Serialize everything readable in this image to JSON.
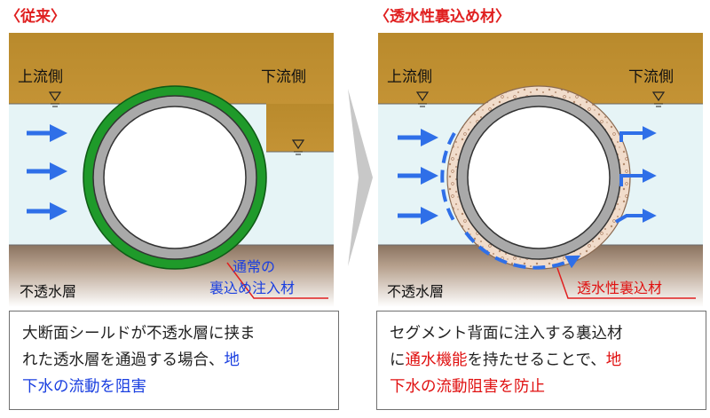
{
  "left": {
    "title": "〈従来〉",
    "upstream_label": "上流側",
    "downstream_label": "下流側",
    "impermeable_label": "不透水層",
    "material_label_line1": "通常の",
    "material_label_line2": "裏込め注入材",
    "caption": {
      "line1": "大断面シールドが不透水層に挟ま",
      "line2_plain": "れた透水層を通過する場合、",
      "line2_highlight": "地",
      "line3_highlight": "下水の流動を阻害"
    }
  },
  "right": {
    "title": "〈透水性裏込め材〉",
    "upstream_label": "上流側",
    "downstream_label": "下流側",
    "impermeable_label": "不透水層",
    "material_label": "透水性裏込材",
    "caption": {
      "line1": "セグメント背面に注入する裏込材",
      "line2_plain_a": "に",
      "line2_highlight": "通水機能",
      "line2_plain_b": "を持たせることで、",
      "line2_red": "地",
      "line3_red": "下水の流動阻害を防止"
    }
  },
  "colors": {
    "soil": "#bb8a2a",
    "water": "#e6f4f6",
    "impermeable": "#b09a86",
    "conventional_grout": "#1f9a2a",
    "permeable_grout": "#f1dccb",
    "segment": "#a9a9a9",
    "flow_arrow": "#2f6fe8",
    "accent_red": "#e02020"
  }
}
